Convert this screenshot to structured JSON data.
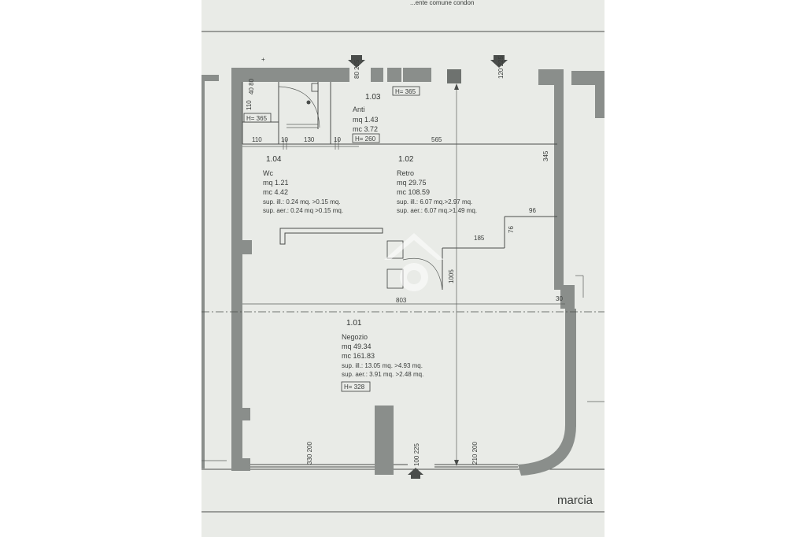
{
  "header_text": "...ente comune condon",
  "street_label": "marcia",
  "rooms": [
    {
      "code": "1.03",
      "name": "Anti",
      "area": "mq 1.43",
      "volume": "mc 3.72",
      "height": "H= 260"
    },
    {
      "code": "1.04",
      "name": "Wc",
      "area": "mq 1.21",
      "volume": "mc 4.42",
      "sup_ill": "sup. ill.: 0.24 mq. >0.15 mq.",
      "sup_aer": "sup. aer.: 0.24 mq >0.15 mq."
    },
    {
      "code": "1.02",
      "name": "Retro",
      "area": "mq 29.75",
      "volume": "mc 108.59",
      "sup_ill": "sup. ill.: 6.07 mq.>2.97 mq.",
      "sup_aer": "sup. aer.: 6.07 mq.>1.49 mq."
    },
    {
      "code": "1.01",
      "name": "Negozio",
      "area": "mq 49.34",
      "volume": "mc 161.83",
      "sup_ill": "sup. ill.: 13.05 mq. >4.93 mq.",
      "sup_aer": "sup. aer.: 3.91 mq. >2.48 mq.",
      "height": "H= 328"
    }
  ],
  "height_tags": {
    "top_window": "H= 365",
    "wc_window": "H= 365"
  },
  "dimensions": {
    "d_110_a": "110",
    "d_10_a": "10",
    "d_130": "130",
    "d_10_b": "10",
    "d_565": "565",
    "d_345": "345",
    "d_96": "96",
    "d_76": "76",
    "d_185": "185",
    "d_1005": "1005",
    "d_803": "803",
    "d_30": "30",
    "d_110_v": "110",
    "d_40_80": "40 80",
    "win_top_1": "80 225",
    "win_top_2": "120 225",
    "win_bot_1": "330 200",
    "win_bot_2": "100 225",
    "win_bot_3": "210 200"
  }
}
